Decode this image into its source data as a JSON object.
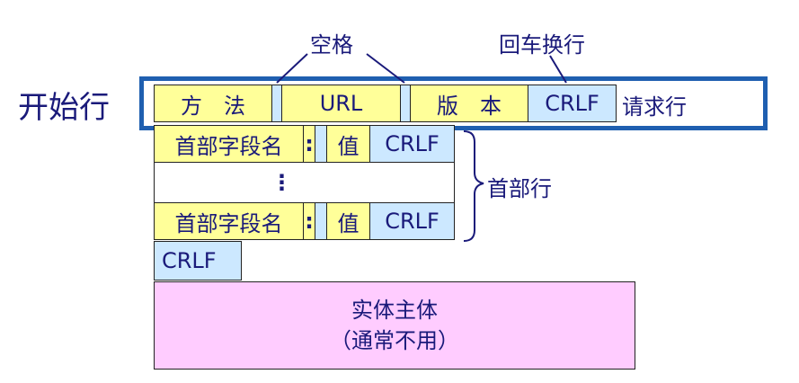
{
  "start_line_label": "开始行",
  "request_line_label": "请求行",
  "header_lines_label": "首部行",
  "space_label": "空格",
  "crlf_label_top": "回车换行",
  "request_line": {
    "method": "方　法",
    "url": "URL",
    "version": "版　本",
    "crlf": "CRLF"
  },
  "header_row_1": {
    "field": "首部字段名",
    "colon": ":",
    "value": "值",
    "crlf": "CRLF"
  },
  "ellipsis": "⋮",
  "header_row_2": {
    "field": "首部字段名",
    "colon": ":",
    "value": "值",
    "crlf": "CRLF"
  },
  "blank_crlf": "CRLF",
  "entity_body": {
    "line1": "实体主体",
    "line2": "（通常不用）"
  },
  "colors": {
    "yellow": "#ffff99",
    "blue": "#cce8ff",
    "pink": "#ffccff",
    "frame": "#1f5fb0",
    "text": "#1a1a7a"
  }
}
